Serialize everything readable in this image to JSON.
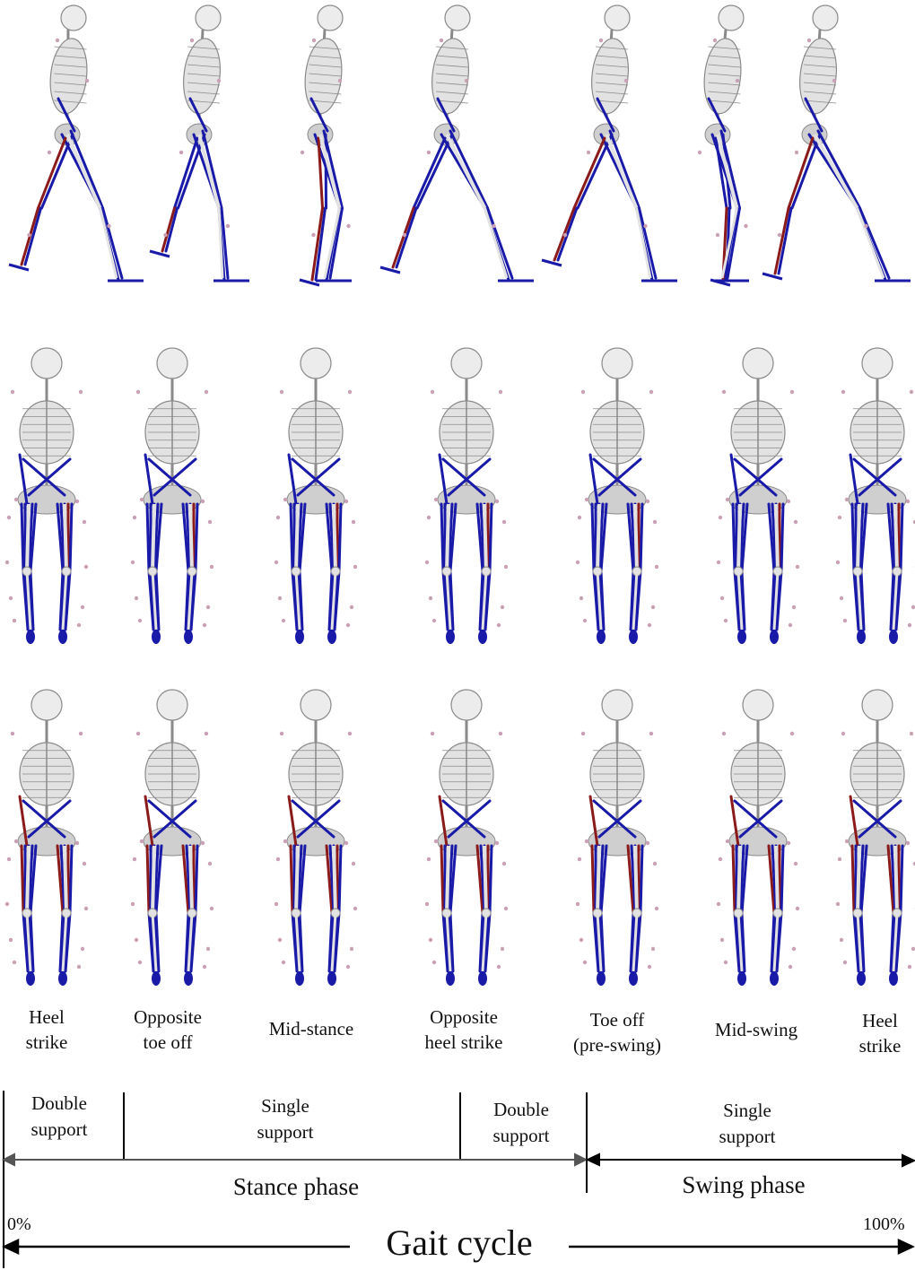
{
  "views": [
    "side",
    "front",
    "back"
  ],
  "event_labels": [
    {
      "line1": "Heel",
      "line2": "strike"
    },
    {
      "line1": "Opposite",
      "line2": "toe off"
    },
    {
      "line1": "Mid-stance",
      "line2": ""
    },
    {
      "line1": "Opposite",
      "line2": "heel strike"
    },
    {
      "line1": "Toe off",
      "line2": "(pre-swing)"
    },
    {
      "line1": "Mid-swing",
      "line2": ""
    },
    {
      "line1": "Heel",
      "line2": "strike"
    }
  ],
  "segments": [
    {
      "line1": "Double",
      "line2": "support"
    },
    {
      "line1": "Single",
      "line2": "support"
    },
    {
      "line1": "Double",
      "line2": "support"
    },
    {
      "line1": "Single",
      "line2": "support"
    }
  ],
  "phases": {
    "stance": "Stance phase",
    "swing": "Swing phase"
  },
  "cycle": {
    "title": "Gait cycle",
    "start": "0%",
    "end": "100%"
  },
  "colors": {
    "bone": "#e2e2e2",
    "bone_stroke": "#8a8a8a",
    "muscle": "#1a1aa8",
    "muscle_active": "#8b1a1a",
    "marker": "#c9a0b4",
    "line": "#000000",
    "arrow_grey": "#555555"
  }
}
